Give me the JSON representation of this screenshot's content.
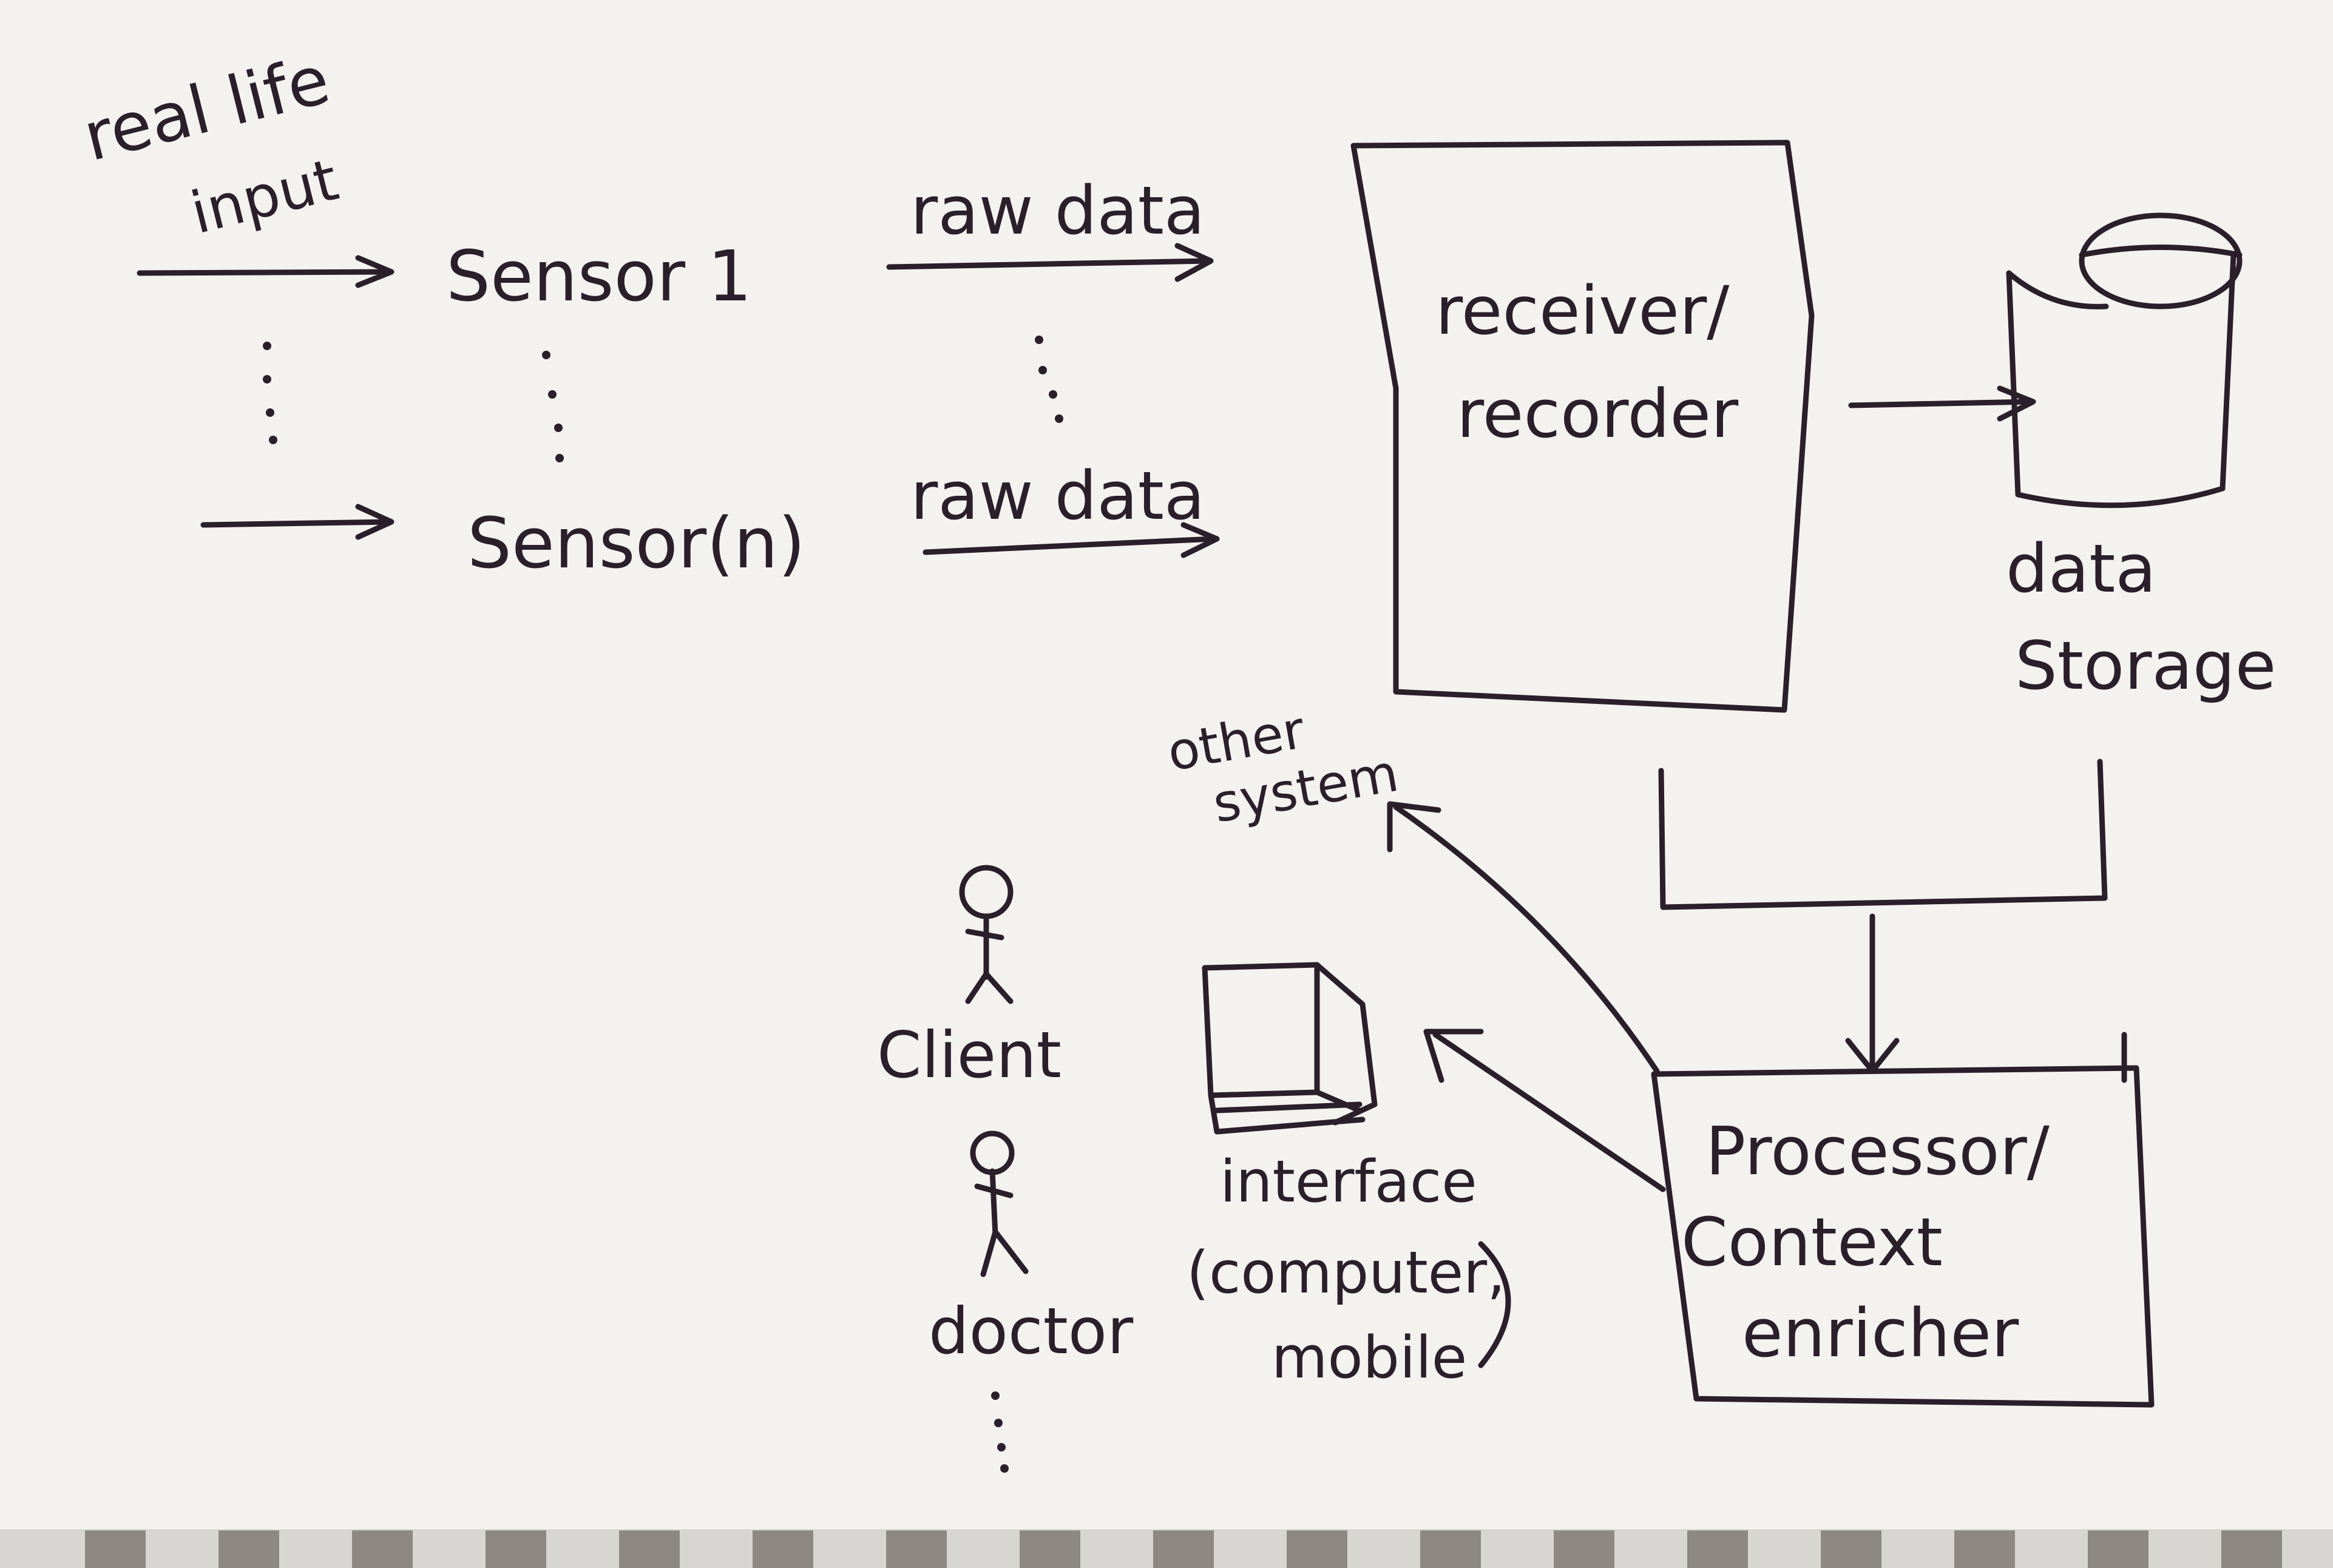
{
  "labels": {
    "real_life_input": [
      "real life",
      "input"
    ],
    "sensor_1": "Sensor 1",
    "sensor_n": "Sensor(n)",
    "raw_data_1": "raw data",
    "raw_data_2": "raw data",
    "receiver_recorder": [
      "receiver/",
      "recorder"
    ],
    "data_storage": [
      "data",
      "Storage"
    ],
    "other_system": [
      "other",
      "system"
    ],
    "client": "Client",
    "doctor": "doctor",
    "interface": [
      "interface",
      "(computer,",
      "mobile"
    ],
    "processor": [
      "Processor/",
      "Context",
      "enricher"
    ]
  },
  "icons": {
    "storage": "cylinder-icon",
    "user": "stick-figure-icon",
    "device": "cube-icon"
  },
  "colors": {
    "ink": "#2b1f2b",
    "paper": "#f3f2ef"
  }
}
